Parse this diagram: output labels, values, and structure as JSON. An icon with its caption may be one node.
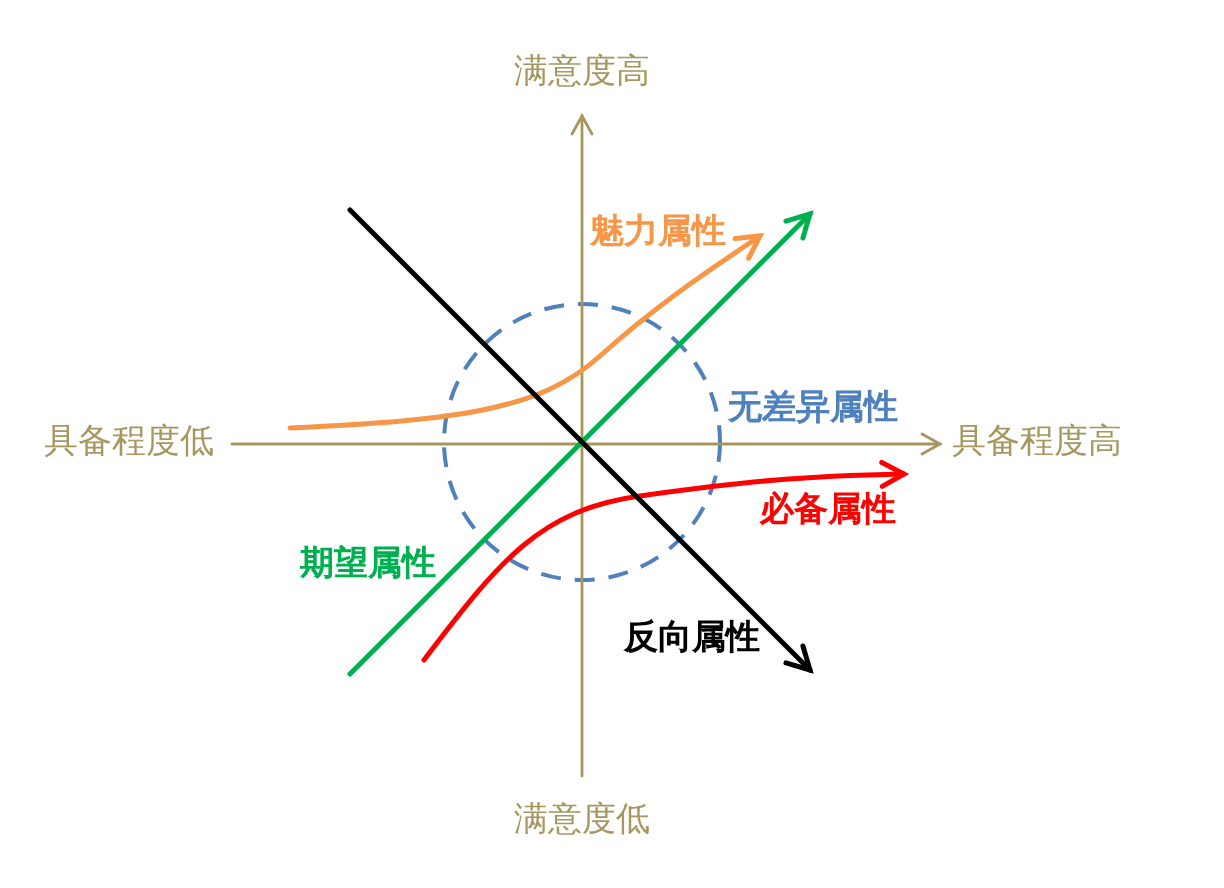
{
  "diagram": {
    "nodes": [
      {
        "text": [],
        "shape": "circle",
        "beside": [
          "无差异属性"
        ]
      }
    ],
    "labels": [
      "满意度高",
      "魅力属性",
      "具备程度低",
      "具备程度高",
      "必备属性",
      "期望属性",
      "反向属性",
      "满意度低"
    ]
  }
}
